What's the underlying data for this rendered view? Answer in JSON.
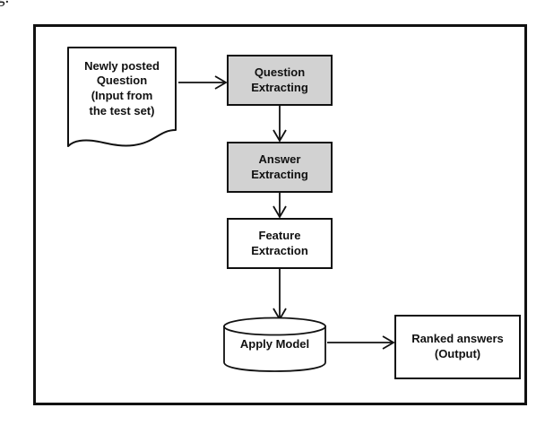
{
  "caption_fragment": "g.",
  "diagram": {
    "title": "",
    "frame": {
      "border_color": "#111111"
    },
    "palette": {
      "node_fill_gray": "#d2d2d2",
      "node_fill_white": "#ffffff",
      "stroke": "#111111",
      "background": "#ffffff"
    },
    "nodes": [
      {
        "id": "newly-posted-question",
        "shape": "document",
        "fill": "#ffffff",
        "label": "Newly posted\nQuestion\n(Input from\nthe test set)"
      },
      {
        "id": "question-extracting",
        "shape": "process",
        "fill": "#d2d2d2",
        "label": "Question\nExtracting"
      },
      {
        "id": "answer-extracting",
        "shape": "process",
        "fill": "#d2d2d2",
        "label": "Answer\nExtracting"
      },
      {
        "id": "feature-extraction",
        "shape": "process",
        "fill": "#ffffff",
        "label": "Feature\nExtraction"
      },
      {
        "id": "apply-model",
        "shape": "cylinder",
        "fill": "#ffffff",
        "label": "Apply Model"
      },
      {
        "id": "ranked-answers",
        "shape": "process",
        "fill": "#ffffff",
        "label": "Ranked answers\n(Output)"
      }
    ],
    "edges": [
      {
        "from": "newly-posted-question",
        "to": "question-extracting",
        "direction": "right",
        "label": ""
      },
      {
        "from": "question-extracting",
        "to": "answer-extracting",
        "direction": "down",
        "label": ""
      },
      {
        "from": "answer-extracting",
        "to": "feature-extraction",
        "direction": "down",
        "label": ""
      },
      {
        "from": "feature-extraction",
        "to": "apply-model",
        "direction": "down",
        "label": ""
      },
      {
        "from": "apply-model",
        "to": "ranked-answers",
        "direction": "right",
        "label": ""
      }
    ]
  }
}
